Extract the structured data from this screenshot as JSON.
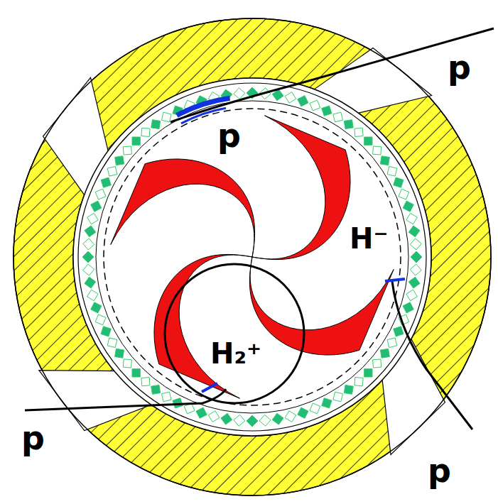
{
  "diagram": {
    "labels": [
      "p",
      "p",
      "H⁻",
      "H₂⁺",
      "p",
      "p"
    ]
  }
}
